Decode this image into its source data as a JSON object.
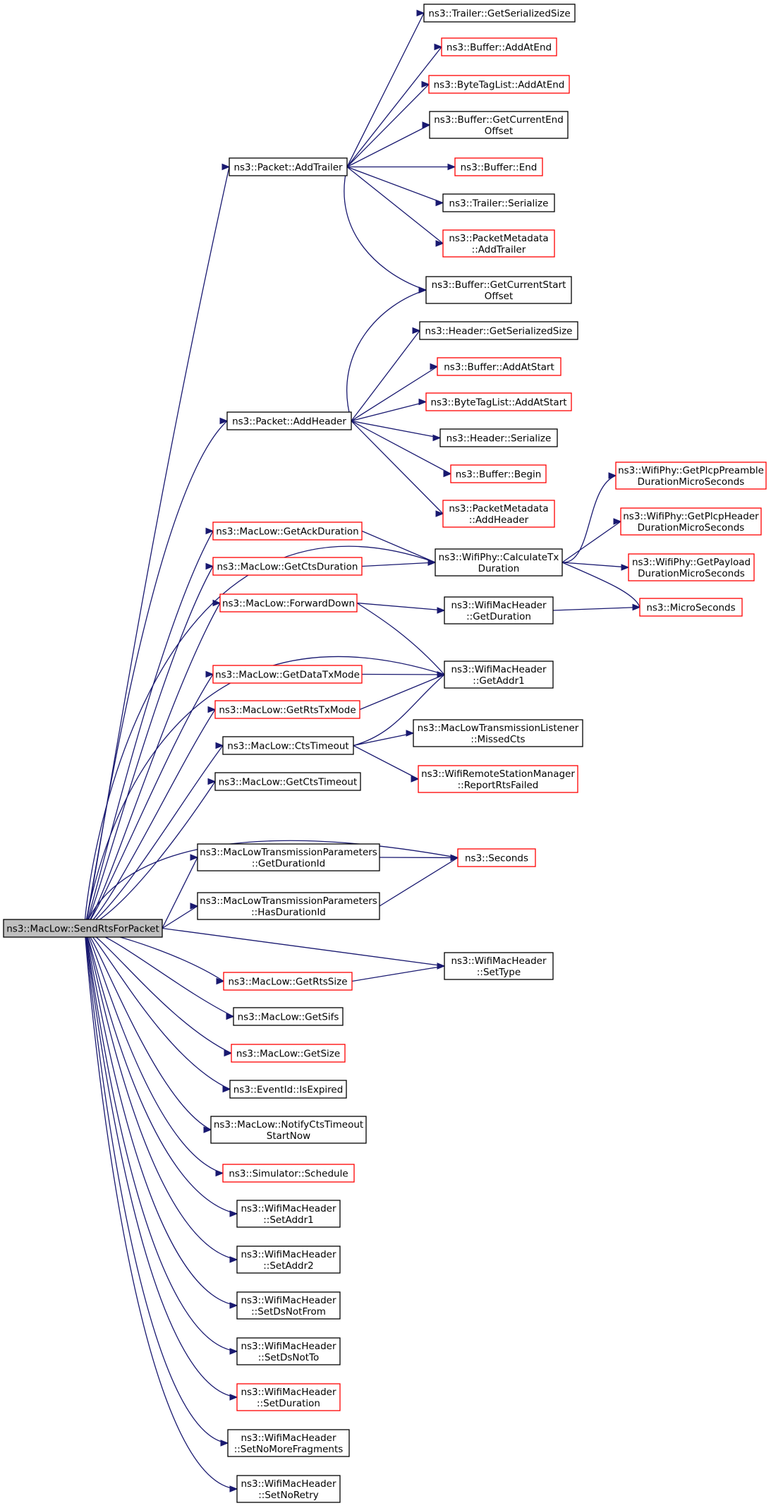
{
  "diagram": {
    "colors": {
      "edge": "#191970",
      "border_default": "#000000",
      "border_red": "#ff0000",
      "root_fill": "#bfbfbf"
    },
    "nodes": [
      {
        "id": "root",
        "lines": [
          "ns3::MacLow::SendRtsForPacket"
        ],
        "style": "root"
      },
      {
        "id": "addTrailer",
        "lines": [
          "ns3::Packet::AddTrailer"
        ],
        "style": "black"
      },
      {
        "id": "addHeader",
        "lines": [
          "ns3::Packet::AddHeader"
        ],
        "style": "black"
      },
      {
        "id": "getAckDuration",
        "lines": [
          "ns3::MacLow::GetAckDuration"
        ],
        "style": "red"
      },
      {
        "id": "getCtsDuration",
        "lines": [
          "ns3::MacLow::GetCtsDuration"
        ],
        "style": "red"
      },
      {
        "id": "forwardDown",
        "lines": [
          "ns3::MacLow::ForwardDown"
        ],
        "style": "red"
      },
      {
        "id": "getDataTxMode",
        "lines": [
          "ns3::MacLow::GetDataTxMode"
        ],
        "style": "red"
      },
      {
        "id": "getRtsTxMode",
        "lines": [
          "ns3::MacLow::GetRtsTxMode"
        ],
        "style": "red"
      },
      {
        "id": "ctsTimeout",
        "lines": [
          "ns3::MacLow::CtsTimeout"
        ],
        "style": "black"
      },
      {
        "id": "getCtsTimeout",
        "lines": [
          "ns3::MacLow::GetCtsTimeout"
        ],
        "style": "black"
      },
      {
        "id": "getDurationId",
        "lines": [
          "ns3::MacLowTransmissionParameters",
          "::GetDurationId"
        ],
        "style": "black"
      },
      {
        "id": "hasDurationId",
        "lines": [
          "ns3::MacLowTransmissionParameters",
          "::HasDurationId"
        ],
        "style": "black"
      },
      {
        "id": "getRtsSize",
        "lines": [
          "ns3::MacLow::GetRtsSize"
        ],
        "style": "red"
      },
      {
        "id": "getSifs",
        "lines": [
          "ns3::MacLow::GetSifs"
        ],
        "style": "black"
      },
      {
        "id": "getSize",
        "lines": [
          "ns3::MacLow::GetSize"
        ],
        "style": "red"
      },
      {
        "id": "isExpired",
        "lines": [
          "ns3::EventId::IsExpired"
        ],
        "style": "black"
      },
      {
        "id": "notifyCts",
        "lines": [
          "ns3::MacLow::NotifyCtsTimeout",
          "StartNow"
        ],
        "style": "black"
      },
      {
        "id": "schedule",
        "lines": [
          "ns3::Simulator::Schedule"
        ],
        "style": "red"
      },
      {
        "id": "setAddr1",
        "lines": [
          "ns3::WifiMacHeader",
          "::SetAddr1"
        ],
        "style": "black"
      },
      {
        "id": "setAddr2",
        "lines": [
          "ns3::WifiMacHeader",
          "::SetAddr2"
        ],
        "style": "black"
      },
      {
        "id": "setDsNotFrom",
        "lines": [
          "ns3::WifiMacHeader",
          "::SetDsNotFrom"
        ],
        "style": "black"
      },
      {
        "id": "setDsNotTo",
        "lines": [
          "ns3::WifiMacHeader",
          "::SetDsNotTo"
        ],
        "style": "black"
      },
      {
        "id": "setDuration",
        "lines": [
          "ns3::WifiMacHeader",
          "::SetDuration"
        ],
        "style": "red"
      },
      {
        "id": "setNoMoreFrag",
        "lines": [
          "ns3::WifiMacHeader",
          "::SetNoMoreFragments"
        ],
        "style": "black"
      },
      {
        "id": "setNoRetry",
        "lines": [
          "ns3::WifiMacHeader",
          "::SetNoRetry"
        ],
        "style": "black"
      },
      {
        "id": "trailerGetSize",
        "lines": [
          "ns3::Trailer::GetSerializedSize"
        ],
        "style": "black"
      },
      {
        "id": "bufAddAtEnd",
        "lines": [
          "ns3::Buffer::AddAtEnd"
        ],
        "style": "red"
      },
      {
        "id": "btlAddAtEnd",
        "lines": [
          "ns3::ByteTagList::AddAtEnd"
        ],
        "style": "red"
      },
      {
        "id": "bufCurEnd",
        "lines": [
          "ns3::Buffer::GetCurrentEnd",
          "Offset"
        ],
        "style": "black"
      },
      {
        "id": "bufEnd",
        "lines": [
          "ns3::Buffer::End"
        ],
        "style": "red"
      },
      {
        "id": "trailerSer",
        "lines": [
          "ns3::Trailer::Serialize"
        ],
        "style": "black"
      },
      {
        "id": "pmAddTrailer",
        "lines": [
          "ns3::PacketMetadata",
          "::AddTrailer"
        ],
        "style": "red"
      },
      {
        "id": "bufCurStart",
        "lines": [
          "ns3::Buffer::GetCurrentStart",
          "Offset"
        ],
        "style": "black"
      },
      {
        "id": "headerGetSize",
        "lines": [
          "ns3::Header::GetSerializedSize"
        ],
        "style": "black"
      },
      {
        "id": "bufAddAtStart",
        "lines": [
          "ns3::Buffer::AddAtStart"
        ],
        "style": "red"
      },
      {
        "id": "btlAddAtStart",
        "lines": [
          "ns3::ByteTagList::AddAtStart"
        ],
        "style": "red"
      },
      {
        "id": "headerSer",
        "lines": [
          "ns3::Header::Serialize"
        ],
        "style": "black"
      },
      {
        "id": "bufBegin",
        "lines": [
          "ns3::Buffer::Begin"
        ],
        "style": "red"
      },
      {
        "id": "pmAddHeader",
        "lines": [
          "ns3::PacketMetadata",
          "::AddHeader"
        ],
        "style": "red"
      },
      {
        "id": "calcTx",
        "lines": [
          "ns3::WifiPhy::CalculateTx",
          "Duration"
        ],
        "style": "black"
      },
      {
        "id": "wmhGetDuration",
        "lines": [
          "ns3::WifiMacHeader",
          "::GetDuration"
        ],
        "style": "black"
      },
      {
        "id": "getAddr1",
        "lines": [
          "ns3::WifiMacHeader",
          "::GetAddr1"
        ],
        "style": "black"
      },
      {
        "id": "missedCts",
        "lines": [
          "ns3::MacLowTransmissionListener",
          "::MissedCts"
        ],
        "style": "black"
      },
      {
        "id": "reportRts",
        "lines": [
          "ns3::WifiRemoteStationManager",
          "::ReportRtsFailed"
        ],
        "style": "red"
      },
      {
        "id": "seconds",
        "lines": [
          "ns3::Seconds"
        ],
        "style": "red"
      },
      {
        "id": "setType",
        "lines": [
          "ns3::WifiMacHeader",
          "::SetType"
        ],
        "style": "black"
      },
      {
        "id": "plcpPreamble",
        "lines": [
          "ns3::WifiPhy::GetPlcpPreamble",
          "DurationMicroSeconds"
        ],
        "style": "red"
      },
      {
        "id": "plcpHeader",
        "lines": [
          "ns3::WifiPhy::GetPlcpHeader",
          "DurationMicroSeconds"
        ],
        "style": "red"
      },
      {
        "id": "payloadDur",
        "lines": [
          "ns3::WifiPhy::GetPayload",
          "DurationMicroSeconds"
        ],
        "style": "red"
      },
      {
        "id": "microSeconds",
        "lines": [
          "ns3::MicroSeconds"
        ],
        "style": "red"
      }
    ],
    "edges": [
      [
        "root",
        "addTrailer"
      ],
      [
        "root",
        "addHeader"
      ],
      [
        "root",
        "getAckDuration"
      ],
      [
        "root",
        "getCtsDuration"
      ],
      [
        "root",
        "forwardDown"
      ],
      [
        "root",
        "getAddr1"
      ],
      [
        "root",
        "calcTx"
      ],
      [
        "root",
        "getDataTxMode"
      ],
      [
        "root",
        "getRtsTxMode"
      ],
      [
        "root",
        "ctsTimeout"
      ],
      [
        "root",
        "getCtsTimeout"
      ],
      [
        "root",
        "getDurationId"
      ],
      [
        "root",
        "hasDurationId"
      ],
      [
        "root",
        "seconds"
      ],
      [
        "root",
        "setType"
      ],
      [
        "root",
        "getRtsSize"
      ],
      [
        "root",
        "getSifs"
      ],
      [
        "root",
        "getSize"
      ],
      [
        "root",
        "isExpired"
      ],
      [
        "root",
        "notifyCts"
      ],
      [
        "root",
        "schedule"
      ],
      [
        "root",
        "setAddr1"
      ],
      [
        "root",
        "setAddr2"
      ],
      [
        "root",
        "setDsNotFrom"
      ],
      [
        "root",
        "setDsNotTo"
      ],
      [
        "root",
        "setDuration"
      ],
      [
        "root",
        "setNoMoreFrag"
      ],
      [
        "root",
        "setNoRetry"
      ],
      [
        "addTrailer",
        "trailerGetSize"
      ],
      [
        "addTrailer",
        "bufAddAtEnd"
      ],
      [
        "addTrailer",
        "btlAddAtEnd"
      ],
      [
        "addTrailer",
        "bufCurEnd"
      ],
      [
        "addTrailer",
        "bufEnd"
      ],
      [
        "addTrailer",
        "trailerSer"
      ],
      [
        "addTrailer",
        "pmAddTrailer"
      ],
      [
        "addTrailer",
        "bufCurStart"
      ],
      [
        "addHeader",
        "bufCurStart"
      ],
      [
        "addHeader",
        "headerGetSize"
      ],
      [
        "addHeader",
        "bufAddAtStart"
      ],
      [
        "addHeader",
        "btlAddAtStart"
      ],
      [
        "addHeader",
        "headerSer"
      ],
      [
        "addHeader",
        "bufBegin"
      ],
      [
        "addHeader",
        "pmAddHeader"
      ],
      [
        "getAckDuration",
        "calcTx"
      ],
      [
        "getCtsDuration",
        "calcTx"
      ],
      [
        "forwardDown",
        "wmhGetDuration"
      ],
      [
        "forwardDown",
        "getAddr1"
      ],
      [
        "getDataTxMode",
        "getAddr1"
      ],
      [
        "getRtsTxMode",
        "getAddr1"
      ],
      [
        "ctsTimeout",
        "getAddr1"
      ],
      [
        "ctsTimeout",
        "missedCts"
      ],
      [
        "ctsTimeout",
        "reportRts"
      ],
      [
        "getDurationId",
        "seconds"
      ],
      [
        "hasDurationId",
        "seconds"
      ],
      [
        "getRtsSize",
        "setType"
      ],
      [
        "calcTx",
        "plcpPreamble"
      ],
      [
        "calcTx",
        "plcpHeader"
      ],
      [
        "calcTx",
        "payloadDur"
      ],
      [
        "calcTx",
        "microSeconds"
      ],
      [
        "wmhGetDuration",
        "microSeconds"
      ]
    ]
  }
}
